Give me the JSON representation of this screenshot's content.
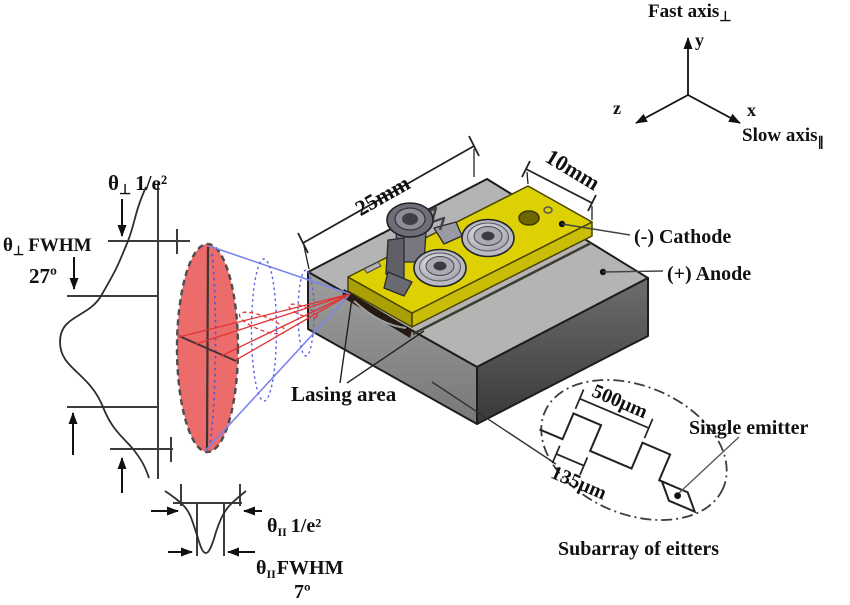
{
  "axes": {
    "fast_axis": "Fast axis",
    "fast_sub": "⊥",
    "slow_axis": "Slow axis",
    "slow_sub": "∥",
    "x_label": "x",
    "y_label": "y",
    "z_label": "z"
  },
  "fast_axis_profile": {
    "theta": "θ",
    "sub": "⊥",
    "e2_label": "1/e²",
    "fwhm_label": "FWHM",
    "fwhm_value": "27º"
  },
  "slow_axis_profile": {
    "theta": "θ",
    "sub": "II",
    "e2_label": "1/e²",
    "fwhm_label": "FWHM",
    "fwhm_value": "7º"
  },
  "package": {
    "length_dim": "25mm",
    "width_dim": "10mm",
    "cathode_label": "(-) Cathode",
    "anode_label": "(+) Anode",
    "lasing_label": "Lasing area"
  },
  "subarray": {
    "pitch_dim": "500μm",
    "width_dim": "135μm",
    "single_emitter_label": "Single emitter",
    "caption": "Subarray of eitters"
  },
  "colors": {
    "beam_red": "#ec6b6b",
    "cone_blue": "#7b85ee",
    "fan_red": "#e13434",
    "plate_yellow": "#ddd104",
    "block_gray": "#b4b4b4",
    "anode_dark": "#4a4a4a"
  }
}
